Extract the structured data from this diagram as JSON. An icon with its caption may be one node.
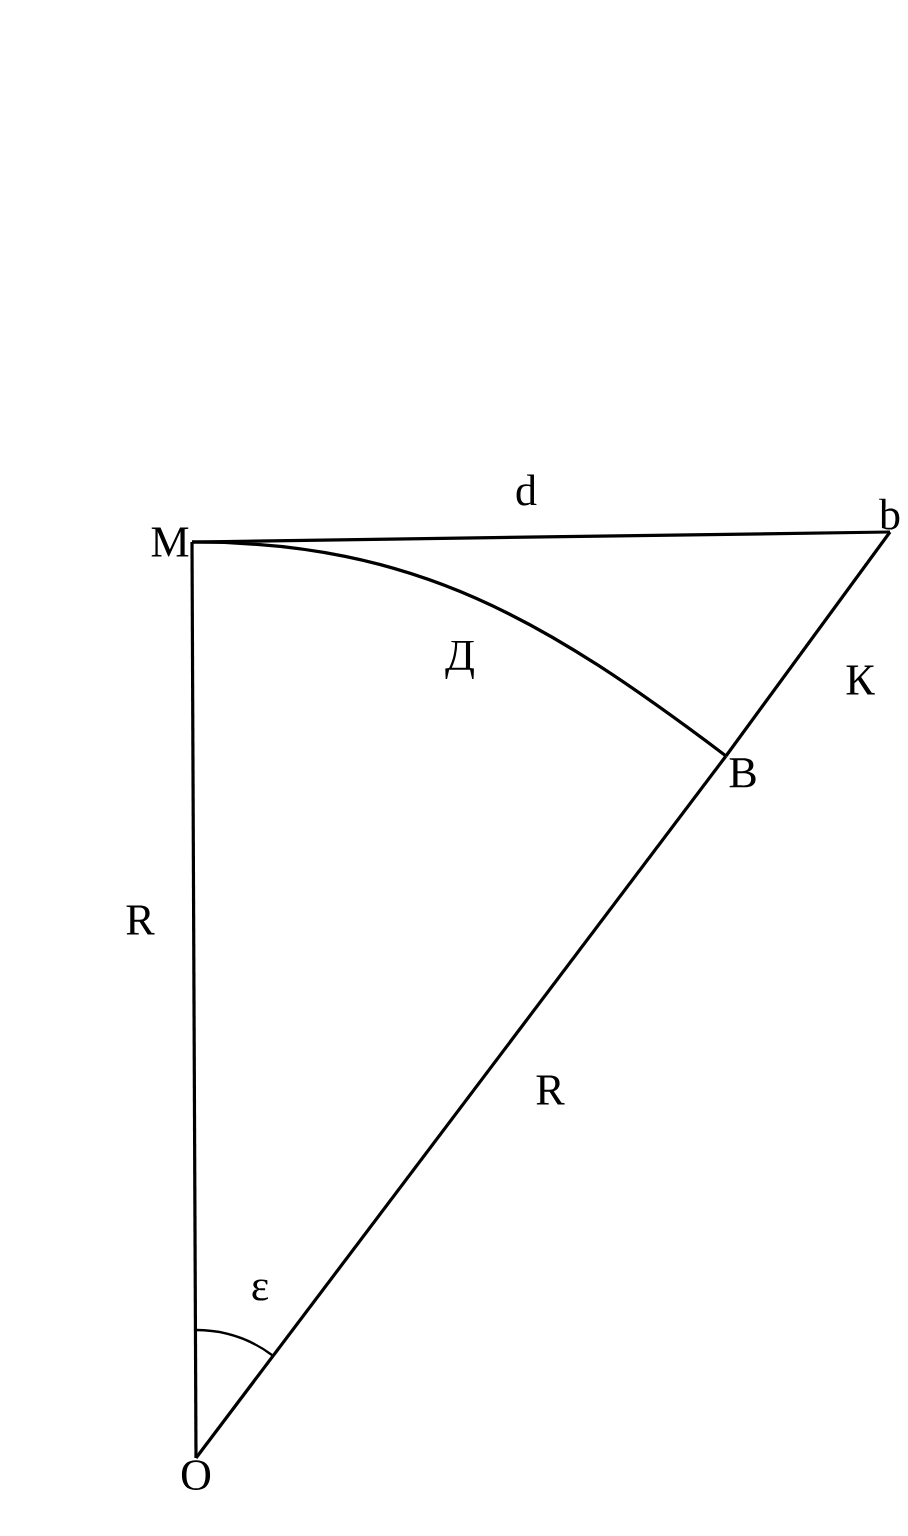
{
  "diagram": {
    "nodes": [
      {
        "text": [
          "M"
        ]
      },
      {
        "text": [
          "b"
        ]
      },
      {
        "text": [
          "O"
        ]
      },
      {
        "text": [
          "B"
        ]
      }
    ],
    "edges": [
      {
        "from": 0,
        "to": 1,
        "arrow": "none",
        "label": "d"
      },
      {
        "from": 0,
        "to": 2,
        "arrow": "none",
        "label": "R"
      },
      {
        "from": 2,
        "to": 3,
        "arrow": "none",
        "label": "R"
      },
      {
        "from": 3,
        "to": 1,
        "arrow": "none",
        "label": "К"
      },
      {
        "from": 0,
        "to": 3,
        "arrow": "none",
        "label": "Д"
      }
    ],
    "labels": [
      "ε"
    ]
  }
}
